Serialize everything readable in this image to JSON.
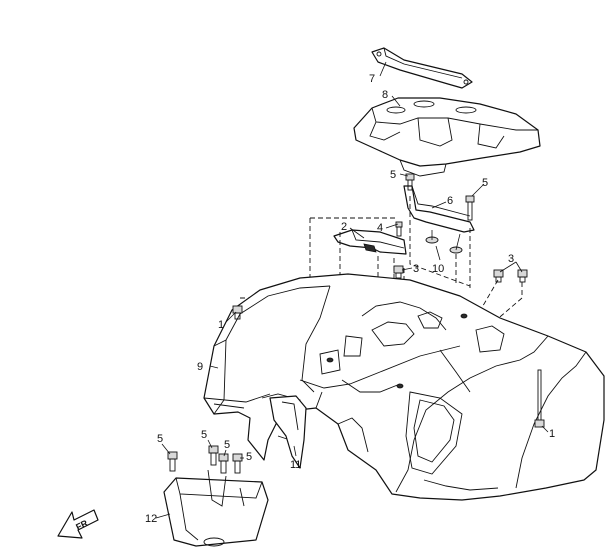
{
  "callouts": {
    "c1_left": "1",
    "c1_right": "1",
    "c2": "2",
    "c3_center": "3",
    "c3_right": "3",
    "c4": "4",
    "c5_top": "5",
    "c5_topright": "5",
    "c5_a": "5",
    "c5_b": "5",
    "c5_c": "5",
    "c5_d": "5",
    "c6": "6",
    "c7": "7",
    "c8": "8",
    "c9": "9",
    "c10": "10",
    "c11": "11",
    "c12": "12"
  },
  "direction_arrow": {
    "label": "FR",
    "icon": "front-direction-arrow-icon"
  }
}
